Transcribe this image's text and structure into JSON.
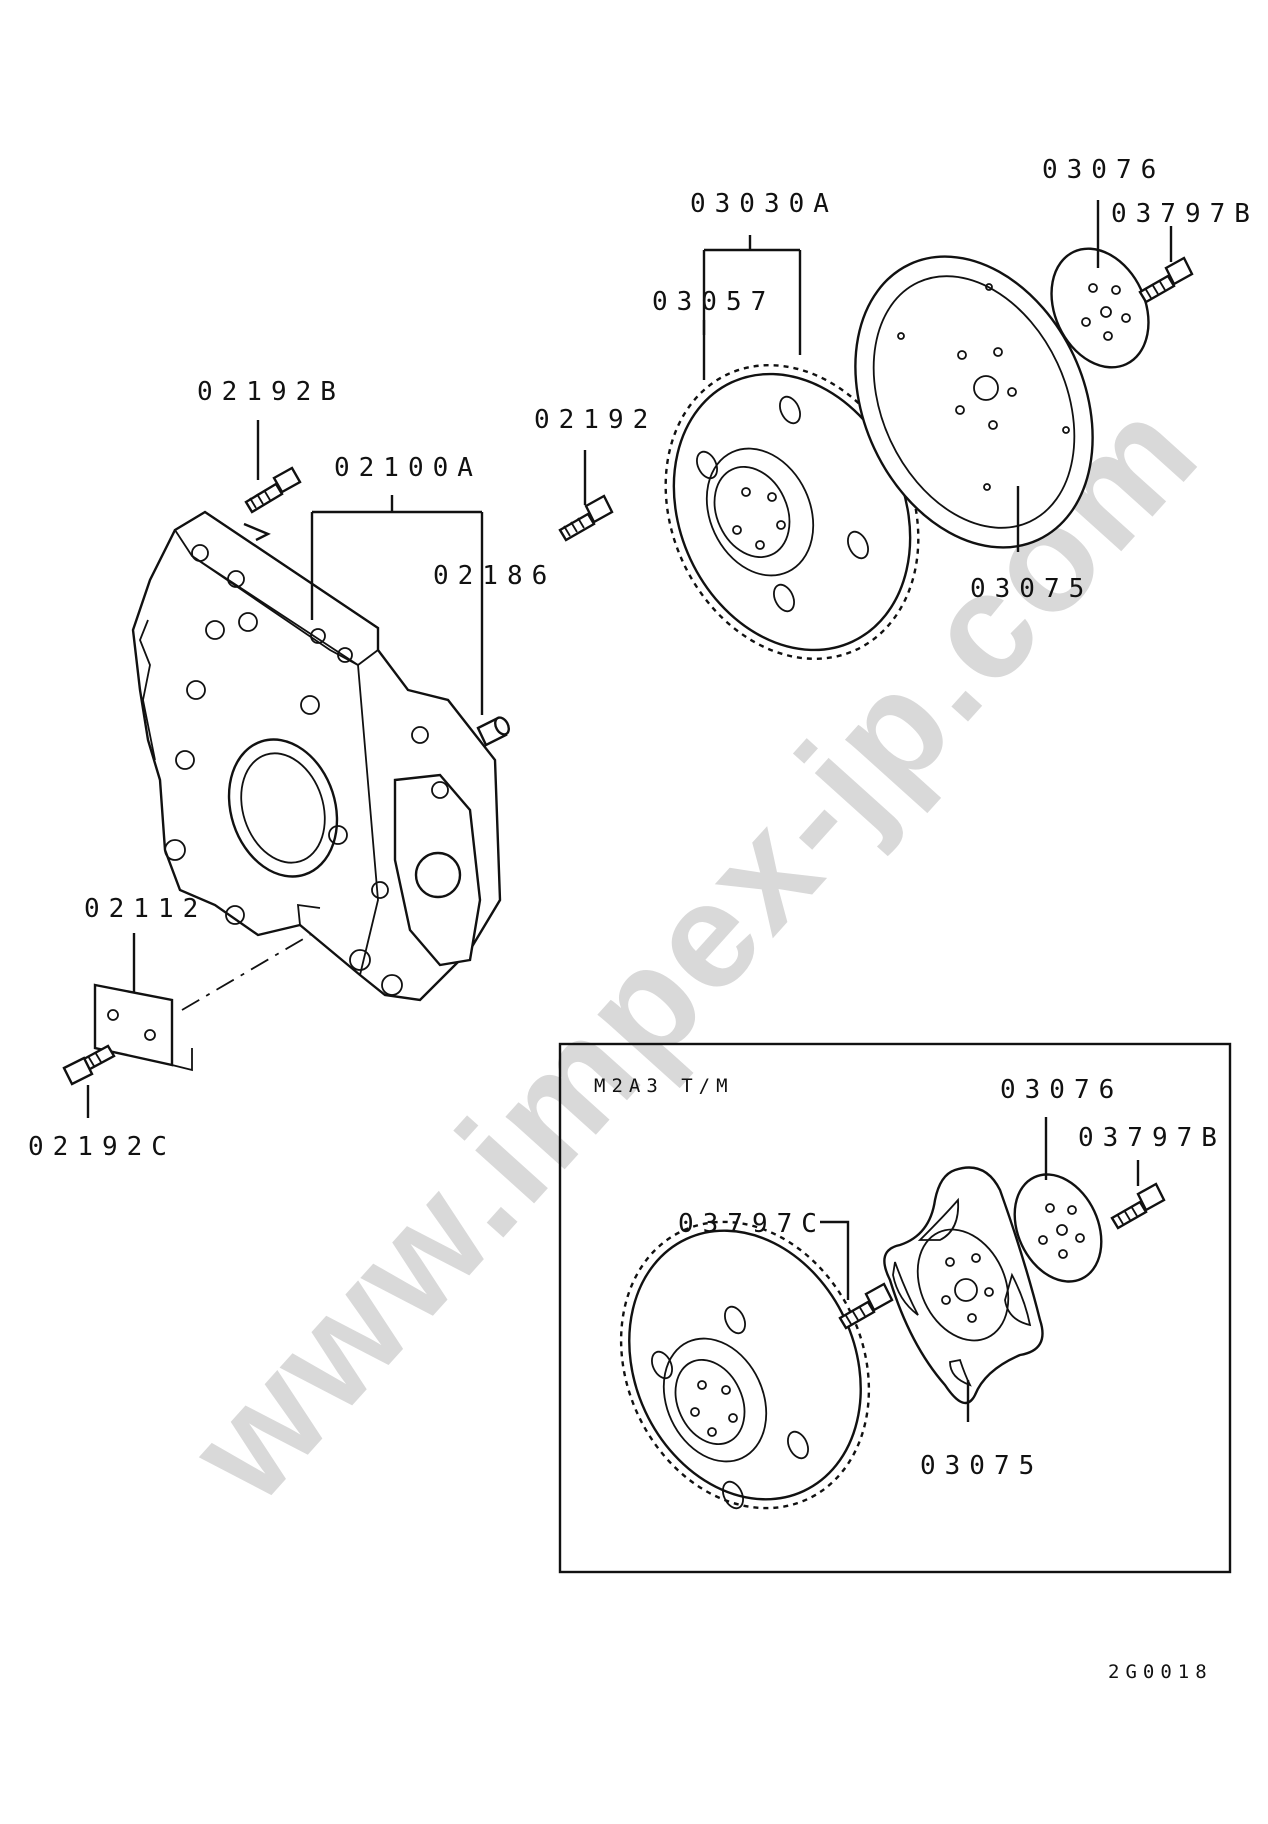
{
  "watermark": "www.impex-jp.com",
  "drawing_code": "2G0018",
  "inset": {
    "title": "M2A3 T/M"
  },
  "labels": {
    "p03076_top": "03076",
    "p03797B_top": "03797B",
    "p03030A": "03030A",
    "p03057": "03057",
    "p02192B": "02192B",
    "p02192": "02192",
    "p02100A": "02100A",
    "p02186": "02186",
    "p03075_top": "03075",
    "p02112": "02112",
    "p02192C": "02192C",
    "p03076_inset": "03076",
    "p03797B_inset": "03797B",
    "p03797C": "03797C",
    "p03075_inset": "03075"
  }
}
